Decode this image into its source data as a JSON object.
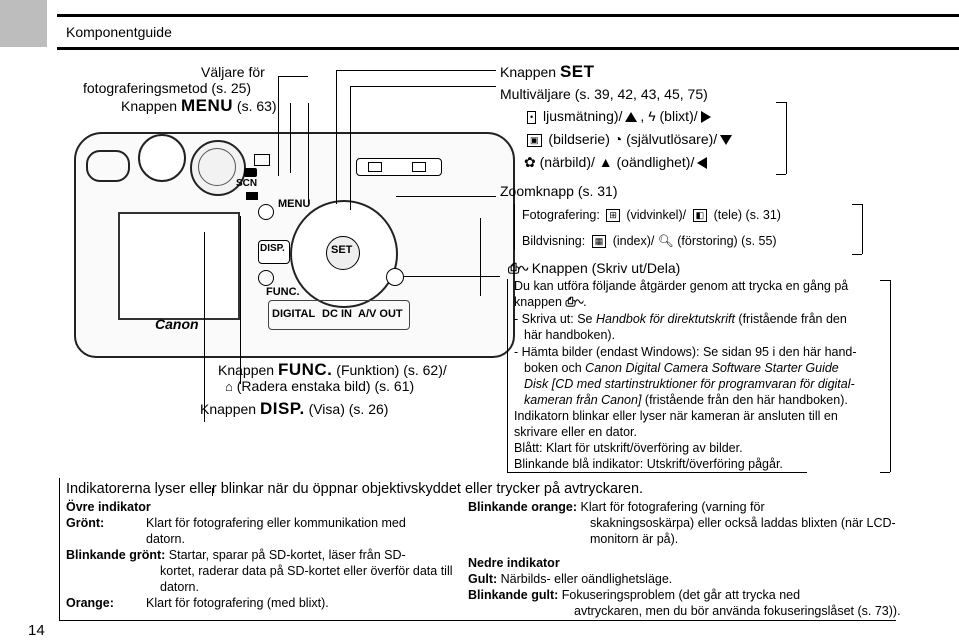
{
  "page": {
    "section_title": "Komponentguide",
    "page_number": "14"
  },
  "left_labels": {
    "mode_dial_line1": "Väljare för",
    "mode_dial_line2": "fotograferingsmetod (s. 25)",
    "menu_prefix": "Knappen",
    "menu_icon": "MENU",
    "menu_ref": "(s. 63)",
    "func_prefix": "Knappen",
    "func_icon": "FUNC.",
    "func_ref": "(Funktion) (s. 62)/",
    "erase_ref": "(Radera enstaka bild) (s. 61)",
    "disp_prefix": "Knappen",
    "disp_icon": "DISP.",
    "disp_ref": "(Visa) (s. 26)"
  },
  "right_labels": {
    "set_prefix": "Knappen",
    "set_icon": "SET",
    "multi": "Multiväljare (s. 39, 42, 43, 45, 75)",
    "multi_line1_a": "ljusmätning)/",
    "multi_line1_b": ",",
    "multi_line1_c": "(blixt)/",
    "multi_line2_a": "(bildserie)",
    "multi_line2_b": "(självutlösare)/",
    "multi_line3_a": "(närbild)/",
    "multi_line3_b": "(oändlighet)/",
    "zoom": "Zoomknapp (s. 31)",
    "zoom_shoot_a": "Fotografering:",
    "zoom_shoot_b": "(vidvinkel)/",
    "zoom_shoot_c": "(tele) (s. 31)",
    "zoom_view_a": "Bildvisning:",
    "zoom_view_b": "(index)/",
    "zoom_view_c": "(förstoring) (s. 55)",
    "print_title": "Knappen (Skriv ut/Dela)",
    "print_lines": [
      "Du kan utföra följande åtgärder genom att trycka en gång på",
      "knappen",
      "- Skriva ut: Se",
      "Handbok för direktutskrift",
      "(fristående från den",
      "här handboken).",
      "- Hämta bilder (endast Windows): Se sidan 95 i den här hand-",
      "boken och",
      "Canon Digital Camera Software Starter Guide",
      "Disk [CD med startinstruktioner för programvaran för digital-",
      "kameran från Canon]",
      "(fristående från den här handboken).",
      "Indikatorn blinkar eller lyser när kameran är ansluten till en",
      "skrivare eller en dator.",
      "Blått: Klart för utskrift/överföring av bilder.",
      "Blinkande blå indikator: Utskrift/överföring pågår."
    ]
  },
  "camera": {
    "brand": "Canon",
    "connectors": [
      "DIGITAL",
      "DC IN",
      "A/V OUT"
    ],
    "labels": {
      "scn": "SCN",
      "menu": "MENU",
      "disp": "DISP.",
      "func": "FUNC.",
      "set": "SET"
    }
  },
  "indicators": {
    "intro": "Indikatorerna lyser eller blinkar när du öppnar objektivskyddet eller trycker på avtryckaren.",
    "upper_title": "Övre indikator",
    "green_label": "Grönt:",
    "green_text_1": "Klart för fotografering eller kommunikation med",
    "green_text_2": "datorn.",
    "blink_green_label": "Blinkande grönt:",
    "blink_green_1": "Startar, sparar på SD-kortet, läser från SD-",
    "blink_green_2": "kortet, raderar data på SD-kortet eller överför data till",
    "blink_green_3": "datorn.",
    "orange_label": "Orange:",
    "orange_text": "Klart för fotografering (med blixt).",
    "blink_orange_label": "Blinkande orange:",
    "blink_orange_1": "Klart för fotografering (varning för",
    "blink_orange_2": "skakningsoskärpa) eller också laddas blixten (när LCD-",
    "blink_orange_3": "monitorn är på).",
    "lower_title": "Nedre indikator",
    "yellow_label": "Gult:",
    "yellow_text": "Närbilds- eller oändlighetsläge.",
    "blink_yellow_label": "Blinkande gult:",
    "blink_yellow_1": "Fokuseringsproblem (det går att trycka ned",
    "blink_yellow_2": "avtryckaren, men du bör använda fokuseringslåset (s. 73))."
  }
}
